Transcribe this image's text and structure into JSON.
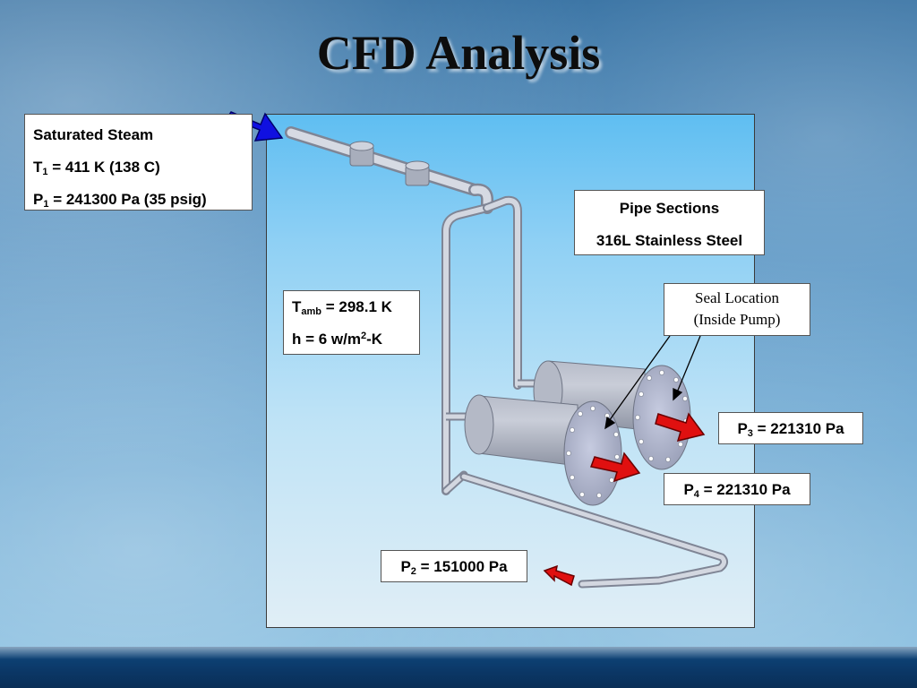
{
  "slide": {
    "title": "CFD Analysis"
  },
  "steam_box": {
    "heading": "Saturated Steam",
    "t1_symbol": "T",
    "t1_subscript": "1",
    "t1_value": " = 411 K (138 C)",
    "p1_symbol": "P",
    "p1_subscript": "1",
    "p1_value": " = 241300 Pa (35 psig)"
  },
  "pipe_box": {
    "line1": "Pipe Sections",
    "line2": "316L Stainless Steel"
  },
  "ambient_box": {
    "t_symbol": "T",
    "t_subscript": "amb",
    "t_value": " = 298.1 K",
    "h_prefix": "h = 6 w/m",
    "h_superscript": "2",
    "h_suffix": "-K"
  },
  "seal_box": {
    "line1": "Seal Location",
    "line2": "(Inside Pump)"
  },
  "p3_box": {
    "symbol": "P",
    "subscript": "3",
    "value": " = 221310 Pa"
  },
  "p4_box": {
    "symbol": "P",
    "subscript": "4",
    "value": " = 221310 Pa"
  },
  "p2_box": {
    "symbol": "P",
    "subscript": "2",
    "value": " = 151000 Pa"
  },
  "colors": {
    "inlet_arrow": "#1010e0",
    "outlet_arrow": "#e01010",
    "panel_top": "#5fbef2",
    "pipe": "#c3c8d3"
  }
}
